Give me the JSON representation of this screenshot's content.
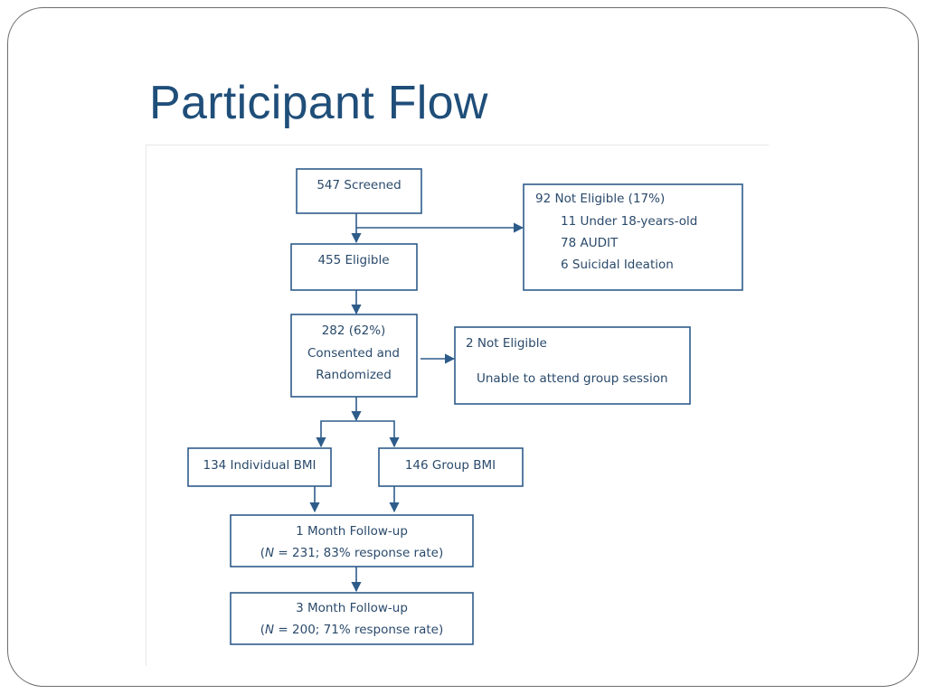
{
  "slide": {
    "title": "Participant Flow"
  },
  "flow": {
    "screened": "547 Screened",
    "not_eligible_1": {
      "heading": "92 Not Eligible (17%)",
      "reasons": [
        "11 Under 18-years-old",
        "78 AUDIT",
        "6 Suicidal Ideation"
      ]
    },
    "eligible": "455 Eligible",
    "consented": [
      "282 (62%)",
      "Consented and",
      "Randomized"
    ],
    "not_eligible_2": {
      "heading": "2 Not Eligible",
      "reason": "Unable to attend group session"
    },
    "individual_bmi": "134 Individual BMI",
    "group_bmi": "146 Group BMI",
    "followup_1": {
      "title": "1 Month Follow-up",
      "n_label": "N",
      "stats": " = 231; 83% response rate)"
    },
    "followup_3": {
      "title": "3 Month Follow-up",
      "n_label": "N",
      "stats": " = 200; 71% response rate)"
    },
    "colors": {
      "title": "#1f4e79",
      "box_stroke": "#2e5c8a",
      "box_text": "#2a4a6b"
    }
  }
}
